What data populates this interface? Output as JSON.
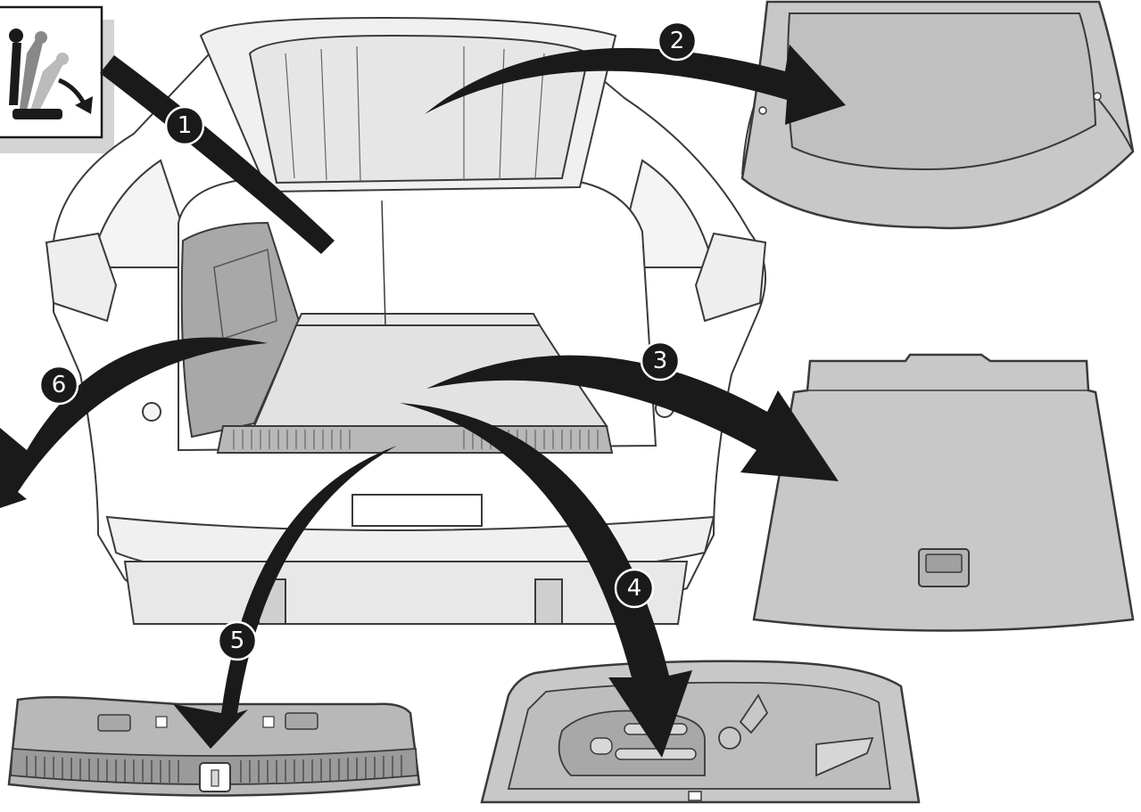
{
  "callouts": [
    {
      "label": "1",
      "part": "seat-fold-icon"
    },
    {
      "label": "2",
      "part": "parcel-shelf"
    },
    {
      "label": "3",
      "part": "boot-floor-panel"
    },
    {
      "label": "4",
      "part": "storage-tray"
    },
    {
      "label": "5",
      "part": "sill-trim"
    },
    {
      "label": "6",
      "part": "side-trim"
    }
  ],
  "colors": {
    "panel_fill": "#c8c8c8",
    "panel_dark": "#9a9a9a",
    "line": "#3a3a3a",
    "arrow": "#1a1a1a",
    "badge": "#1a1a1a",
    "boot_floor": "#e2e2e2",
    "boot_side": "#a8a8a8"
  }
}
